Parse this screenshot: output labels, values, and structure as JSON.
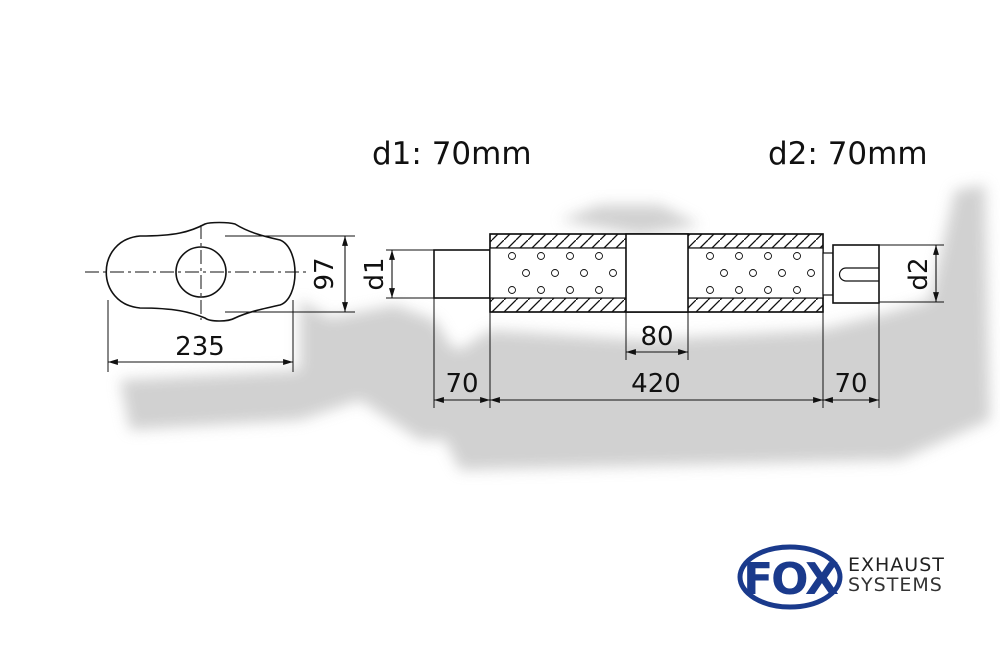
{
  "labels": {
    "d1_spec": "d1: 70mm",
    "d2_spec": "d2: 70mm"
  },
  "dimensions": {
    "cross_width": "235",
    "cross_height": "97",
    "d1": "d1",
    "d2": "d2",
    "inlet_length": "70",
    "body_length": "420",
    "center_gap": "80",
    "outlet_length": "70"
  },
  "brand": {
    "logo_letters": "FOX",
    "line1": "EXHAUST",
    "line2": "SYSTEMS",
    "logo_color": "#1a3a8c"
  }
}
